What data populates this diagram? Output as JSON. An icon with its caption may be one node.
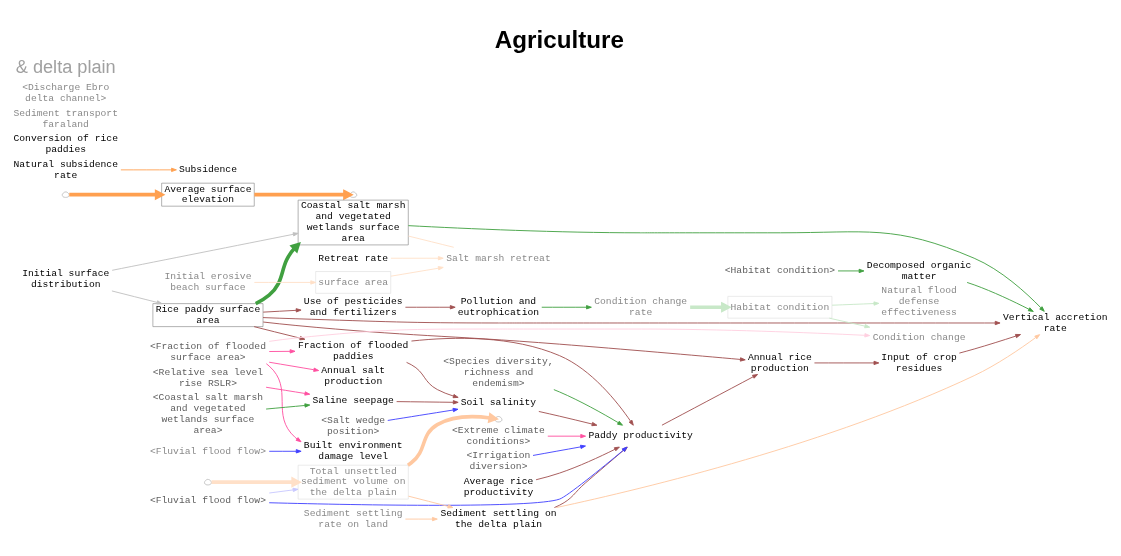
{
  "diagram": {
    "title": "Agriculture",
    "nodes": [
      {
        "text": [
          "Sediment settling on the delta plain"
        ]
      },
      {
        "text": [
          "Average surface elevation"
        ]
      },
      {
        "text": [
          "Natural subsidence rate"
        ]
      },
      {
        "text": [
          "Subsidence"
        ]
      },
      {
        "text": [
          "Vertical accretion rate"
        ]
      },
      {
        "text": [
          "<Fluvial flood flow>"
        ]
      },
      {
        "text": [
          "<Extreme climate conditions>"
        ]
      },
      {
        "text": [
          "<Irrigation diversion>"
        ]
      },
      {
        "text": [
          "Average rice productivity"
        ]
      },
      {
        "text": [
          "<Species diversity, richness and endemism>"
        ]
      },
      {
        "text": [
          "Paddy productivity"
        ]
      },
      {
        "text": [
          "Input of crop residues"
        ]
      },
      {
        "text": [
          "Decomposed organic matter"
        ]
      },
      {
        "text": [
          "<Habitat condition>"
        ]
      },
      {
        "text": [
          "Coastal salt marsh and vegetated wetlands surface area"
        ]
      },
      {
        "text": [
          "Conversion of rice paddies"
        ]
      },
      {
        "text": [
          "Initial surface distribution"
        ]
      },
      {
        "text": [
          "Rice paddy surface area"
        ]
      },
      {
        "text": [
          "Pollution and eutrophication"
        ]
      },
      {
        "text": [
          "Use of pesticides and fertilizers"
        ]
      },
      {
        "text": [
          "Annual rice production"
        ]
      },
      {
        "text": [
          "Soil salinity"
        ]
      },
      {
        "text": [
          "Fraction of flooded paddies"
        ]
      },
      {
        "text": [
          "Annual salt production"
        ]
      },
      {
        "text": [
          "<Fraction of flooded surface area>"
        ]
      },
      {
        "text": [
          "Built environment damage level"
        ]
      },
      {
        "text": [
          "<Salt wedge position>"
        ]
      },
      {
        "text": [
          "<Relative sea level rise RSLR>"
        ]
      },
      {
        "text": [
          "Saline seepage"
        ]
      },
      {
        "text": [
          "<Coastal salt marsh and vegetated wetlands surface area>"
        ]
      },
      {
        "text": [
          "Retreat rate"
        ]
      },
      {
        "text": [
          "Sediment transport faraland"
        ]
      },
      {
        "text": [
          "Total unsettled sediment volume on the delta plain"
        ]
      },
      {
        "text": [
          "Sediment settling rate on land"
        ]
      },
      {
        "text": [
          "Initial erosive beach surface"
        ]
      },
      {
        "text": [
          "Salt marsh retreat"
        ]
      },
      {
        "text": [
          "Natural flood defense effectiveness"
        ]
      },
      {
        "text": [
          "Habitat condition"
        ]
      },
      {
        "text": [
          "Condition change rate"
        ]
      },
      {
        "text": [
          "Condition change"
        ]
      },
      {
        "text": [
          "<Fluvial flood flow>"
        ]
      },
      {
        "text": [
          "<Discharge Ebro delta channel>"
        ]
      },
      {
        "text": [
          "surface area"
        ]
      },
      {
        "text": [],
        "shape": "cloud"
      },
      {
        "text": [],
        "shape": "cloud"
      },
      {
        "text": [],
        "shape": "cloud"
      },
      {
        "text": [],
        "shape": "cloud"
      }
    ],
    "edges": [
      {
        "from": 43,
        "to": 1,
        "arrow": "to",
        "style": "thick",
        "color": "#ffa050"
      },
      {
        "from": 1,
        "to": 44,
        "arrow": "to",
        "style": "thick",
        "color": "#ffa050"
      },
      {
        "from": 2,
        "to": 3,
        "arrow": "to",
        "color": "#ffa050"
      },
      {
        "from": 0,
        "to": 4,
        "arrow": "to",
        "color": "#ffc8a0"
      },
      {
        "from": 32,
        "to": 0,
        "arrow": "to",
        "color": "#ffc8a0"
      },
      {
        "from": 33,
        "to": 0,
        "arrow": "to",
        "color": "#ffc8a0"
      },
      {
        "from": 32,
        "to": 45,
        "arrow": "to",
        "style": "thick",
        "color": "#ffc8a0"
      },
      {
        "from": 46,
        "to": 32,
        "arrow": "to",
        "style": "thick",
        "color": "#ffe0c8"
      },
      {
        "from": 0,
        "to": 10,
        "arrow": "to"
      },
      {
        "from": 5,
        "to": 10,
        "arrow": "to",
        "color": "#4040ff"
      },
      {
        "from": 6,
        "to": 10,
        "arrow": "to",
        "color": "#ff50a0"
      },
      {
        "from": 7,
        "to": 10,
        "arrow": "to",
        "color": "#4040ff"
      },
      {
        "from": 8,
        "to": 10,
        "arrow": "to"
      },
      {
        "from": 9,
        "to": 10,
        "arrow": "to",
        "color": "#40a040"
      },
      {
        "from": 5,
        "to": 32,
        "arrow": "to",
        "color": "#c8c8ff"
      },
      {
        "from": 11,
        "to": 4,
        "arrow": "to"
      },
      {
        "from": 20,
        "to": 11,
        "arrow": "to"
      },
      {
        "from": 10,
        "to": 20,
        "arrow": "to"
      },
      {
        "from": 17,
        "to": 4,
        "arrow": "to"
      },
      {
        "from": 14,
        "to": 4,
        "arrow": "to",
        "color": "#40a040"
      },
      {
        "from": 12,
        "to": 4,
        "arrow": "to",
        "color": "#40a040"
      },
      {
        "from": 13,
        "to": 12,
        "arrow": "to",
        "color": "#40a040"
      },
      {
        "from": 17,
        "to": 14,
        "arrow": "to",
        "style": "thick",
        "color": "#40a040"
      },
      {
        "from": 16,
        "to": 14,
        "arrow": "to",
        "color": "#c0c0c0"
      },
      {
        "from": 16,
        "to": 17,
        "arrow": "to",
        "color": "#c0c0c0"
      },
      {
        "from": 17,
        "to": 19,
        "arrow": "to"
      },
      {
        "from": 19,
        "to": 18,
        "arrow": "to"
      },
      {
        "from": 18,
        "to": 38,
        "arrow": "to",
        "color": "#40a040"
      },
      {
        "from": 17,
        "to": 22,
        "arrow": "to"
      },
      {
        "from": 17,
        "to": 20,
        "arrow": "to"
      },
      {
        "from": 22,
        "to": 10,
        "arrow": "to"
      },
      {
        "from": 22,
        "to": 21,
        "arrow": "to"
      },
      {
        "from": 21,
        "to": 10,
        "arrow": "to"
      },
      {
        "from": 28,
        "to": 21,
        "arrow": "to"
      },
      {
        "from": 26,
        "to": 21,
        "arrow": "to",
        "color": "#4040ff"
      },
      {
        "from": 27,
        "to": 28,
        "arrow": "to",
        "color": "#ff50a0"
      },
      {
        "from": 29,
        "to": 28,
        "arrow": "to",
        "color": "#40a040"
      },
      {
        "from": 24,
        "to": 23,
        "arrow": "to",
        "color": "#ff50a0"
      },
      {
        "from": 24,
        "to": 22,
        "arrow": "to",
        "color": "#ff50a0"
      },
      {
        "from": 24,
        "to": 25,
        "arrow": "to",
        "color": "#ff50a0"
      },
      {
        "from": 40,
        "to": 25,
        "arrow": "to",
        "color": "#4040ff"
      },
      {
        "from": 24,
        "to": 39,
        "arrow": "to",
        "color": "#ffd0e0"
      },
      {
        "from": 37,
        "to": 36,
        "arrow": "to",
        "color": "#c8e8c8"
      },
      {
        "from": 37,
        "to": 39,
        "arrow": "to",
        "color": "#c8e8c8"
      },
      {
        "from": 38,
        "to": 37,
        "arrow": "to",
        "style": "thick",
        "color": "#c8e8c8"
      },
      {
        "from": 34,
        "to": 42,
        "arrow": "to",
        "color": "#ffe0c8"
      },
      {
        "from": 42,
        "to": 35,
        "arrow": "to",
        "color": "#ffe0c8"
      },
      {
        "from": 30,
        "to": 35,
        "arrow": "to",
        "color": "#ffe0c8"
      },
      {
        "from": 14,
        "to": 35,
        "arrow": "none",
        "color": "#ffe0c8"
      }
    ],
    "labels": [
      "& delta plain"
    ]
  }
}
